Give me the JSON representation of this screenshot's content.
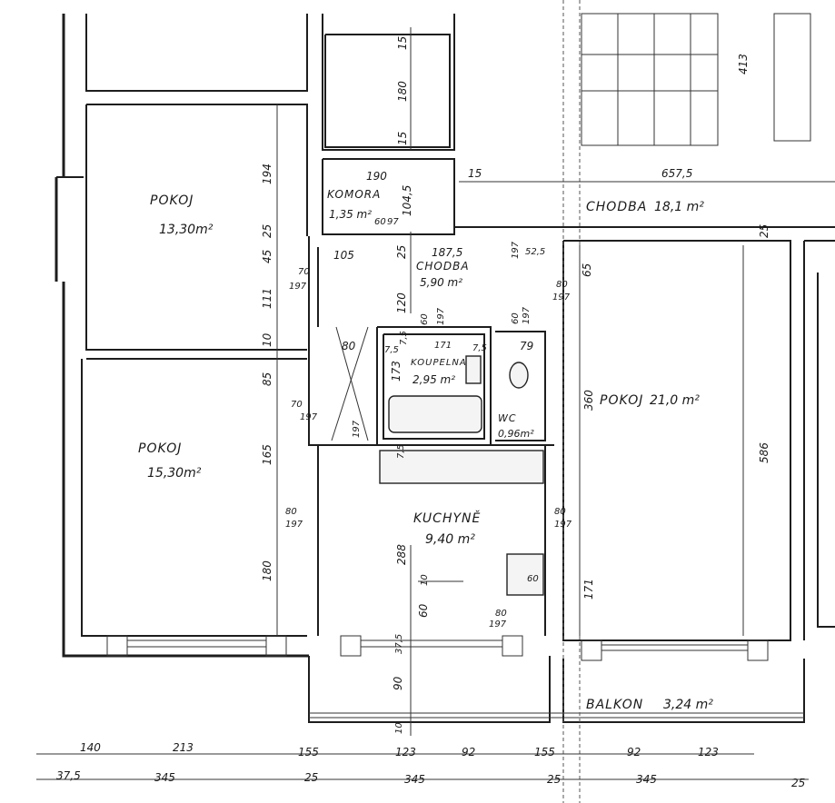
{
  "rooms": {
    "pokoj_upper_left": {
      "name": "POKOJ",
      "area": "13,30m²"
    },
    "pokoj_lower_left": {
      "name": "POKOJ",
      "area": "15,30m²"
    },
    "pokoj_right": {
      "name": "POKOJ",
      "area": "21,0 m²"
    },
    "komora": {
      "name": "KOMORA",
      "area": "1,35 m²"
    },
    "chodba_small": {
      "name": "CHODBA",
      "area": "5,90 m²"
    },
    "chodba_large": {
      "name": "CHODBA",
      "area": "18,1 m²"
    },
    "koupelna": {
      "name": "KOUPELNA",
      "area": "2,95 m²"
    },
    "wc": {
      "name": "WC",
      "area": "0,96m²"
    },
    "kuchyne": {
      "name": "KUCHYNĚ",
      "area": "9,40 m²"
    },
    "balkon": {
      "name": "BALKON",
      "area": "3,24 m²"
    }
  },
  "dims": {
    "d15a": "15",
    "d180": "180",
    "d15b": "15",
    "d413": "413",
    "d190": "190",
    "d1045": "104,5",
    "d15c": "15",
    "d6575": "657,5",
    "d194": "194",
    "d25a": "25",
    "d45": "45",
    "d111": "111",
    "d10a": "10",
    "d85": "85",
    "d165": "165",
    "d180b": "180",
    "d105": "105",
    "d60a": "60",
    "d97a": "97",
    "d25b": "25",
    "d1875": "187,5",
    "d197a": "197",
    "d525": "52,5",
    "d65": "65",
    "d25c": "25",
    "d70a": "70",
    "d197b": "197",
    "d120": "120",
    "d60b": "60",
    "d197c": "197",
    "d80": "80",
    "d75a": "7,5",
    "d75b": "7,5",
    "d171a": "171",
    "d75c": "7,5",
    "d79": "79",
    "d60c": "60",
    "d197d": "197",
    "d80b": "80",
    "d197e": "197",
    "d173": "173",
    "d360": "360",
    "d586": "586",
    "d70b": "70",
    "d197f": "197",
    "d197g": "197",
    "d75d": "7,5",
    "d80c": "80",
    "d197h": "197",
    "d80d": "80",
    "d197i": "197",
    "d288": "288",
    "d171b": "171",
    "d60d": "60",
    "d10b": "10",
    "d60e": "60",
    "d80e": "80",
    "d197j": "197",
    "d375": "37,5",
    "d90": "90",
    "d10c": "10",
    "b140": "140",
    "b213": "213",
    "b155a": "155",
    "b123a": "123",
    "b92a": "92",
    "b155b": "155",
    "b92b": "92",
    "b123b": "123",
    "c375": "37,5",
    "c345a": "345",
    "c25a": "25",
    "c345b": "345",
    "c25b": "25",
    "c345c": "345",
    "c25c": "25"
  }
}
